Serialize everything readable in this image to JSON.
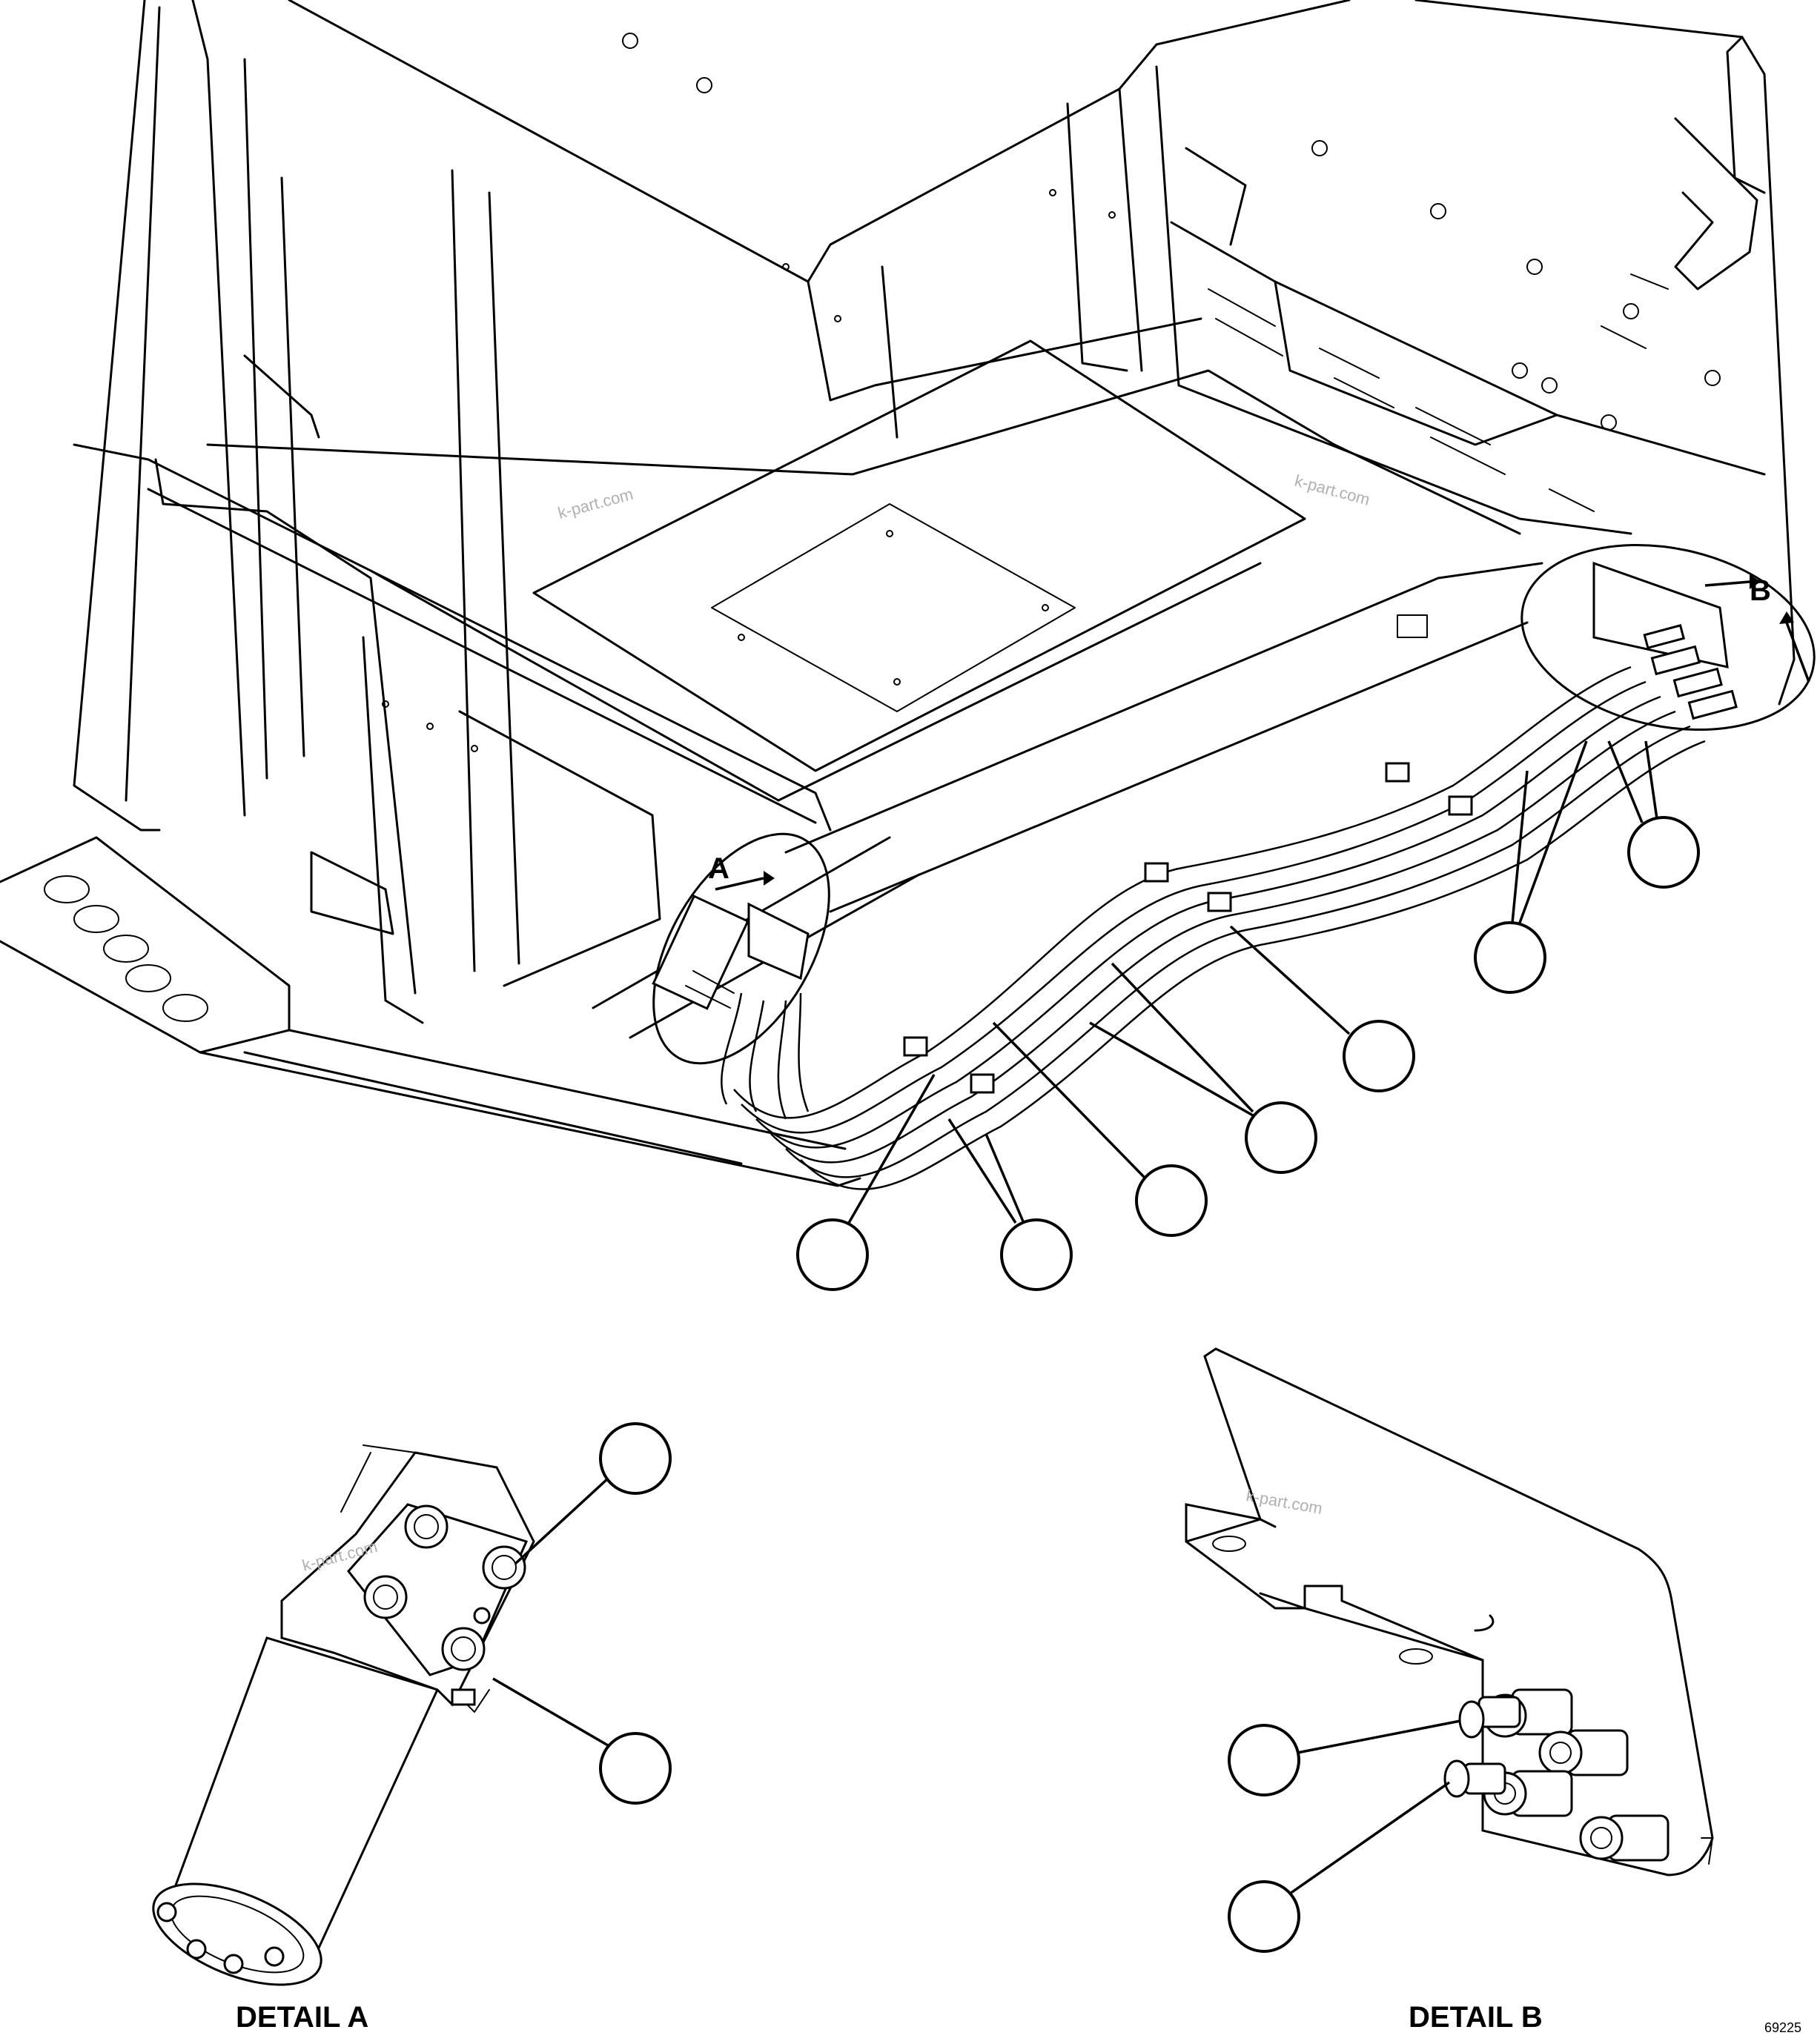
{
  "callouts": {
    "a": "A",
    "b": "B"
  },
  "details": {
    "a": {
      "label": "DETAIL A"
    },
    "b": {
      "label": "DETAIL B"
    }
  },
  "drawing_number": "69225",
  "watermark": "k-part.com"
}
